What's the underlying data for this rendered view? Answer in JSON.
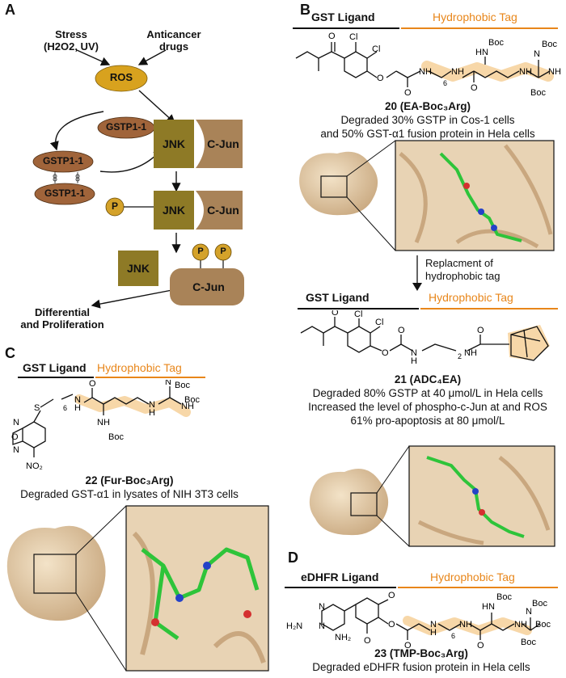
{
  "panels": {
    "a": "A",
    "b": "B",
    "c": "C",
    "d": "D"
  },
  "pathway": {
    "stress": "Stress",
    "stress_detail": "(H2O2, UV)",
    "anticancer": "Anticancer",
    "anticancer_detail": "drugs",
    "ros": "ROS",
    "gstp1": "GSTP1-1",
    "jnk": "JNK",
    "cjun": "C-Jun",
    "phospho": "P",
    "outcome_line1": "Differential",
    "outcome_line2": "and Proliferation"
  },
  "b": {
    "gst_ligand": "GST Ligand",
    "hydrophobic_tag": "Hydrophobic Tag",
    "compound20_name": "20 (EA-Boc₃Arg)",
    "compound20_line1": "Degraded 30% GSTP in Cos-1 cells",
    "compound20_line2": "and 50% GST-α1 fusion protein in Hela cells",
    "replacement_line1": "Replacment of",
    "replacement_line2": "hydrophobic tag",
    "compound21_name": "21 (ADC₄EA)",
    "compound21_line1": "Degraded 80% GSTP at 40 μmol/L in Hela cells",
    "compound21_line2": "Increased the level of phospho-c-Jun at and ROS",
    "compound21_line3": "61% pro-apoptosis at 80 μmol/L"
  },
  "c": {
    "gst_ligand": "GST Ligand",
    "hydrophobic_tag": "Hydrophobic Tag",
    "compound22_name": "22 (Fur-Boc₃Arg)",
    "compound22_line1": "Degraded GST-α1 in lysates of NIH 3T3 cells"
  },
  "d": {
    "ligand": "eDHFR Ligand",
    "hydrophobic_tag": "Hydrophobic Tag",
    "compound23_name": "23 (TMP-Boc₃Arg)",
    "compound23_line1": "Degraded eDHFR fusion protein in Hela cells"
  },
  "chem": {
    "cl": "Cl",
    "o": "O",
    "n": "N",
    "h": "H",
    "s": "S",
    "boc": "Boc",
    "hn": "HN",
    "nh": "NH",
    "n6": "6",
    "n2": "2",
    "h2n": "H₂N",
    "nh2": "NH₂",
    "no2": "NO₂"
  },
  "colors": {
    "ros": "#d8a21e",
    "gstp": "#a0643a",
    "jnk": "#8e7a26",
    "cjun": "#a98358",
    "phospho": "#d4a22a",
    "tag": "#e8861a",
    "tag_highlight": "#f7d7a8",
    "ligand_line": "#111111"
  }
}
